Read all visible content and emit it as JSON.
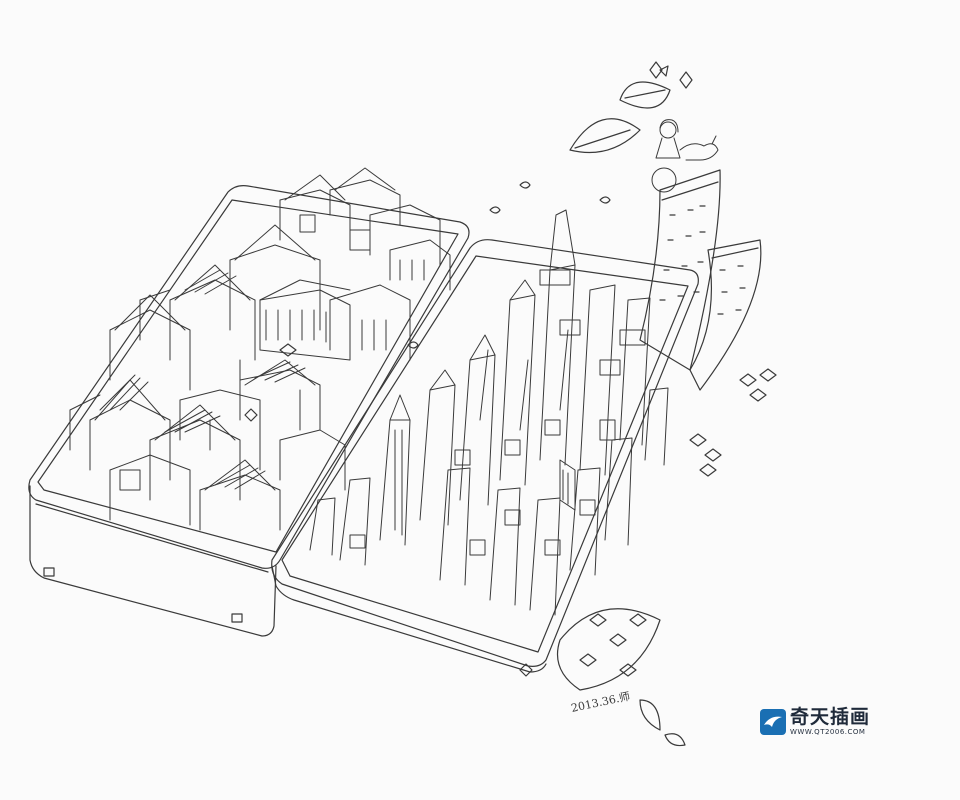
{
  "artwork": {
    "signature": "2013.36.师",
    "stroke_color": "#3a3a3a",
    "paper_color": "#fbfbfb"
  },
  "watermark": {
    "title": "奇天插画",
    "url": "WWW.QT2006.COM",
    "brand_color": "#1a6fb3",
    "text_color": "#1f2a3a"
  }
}
